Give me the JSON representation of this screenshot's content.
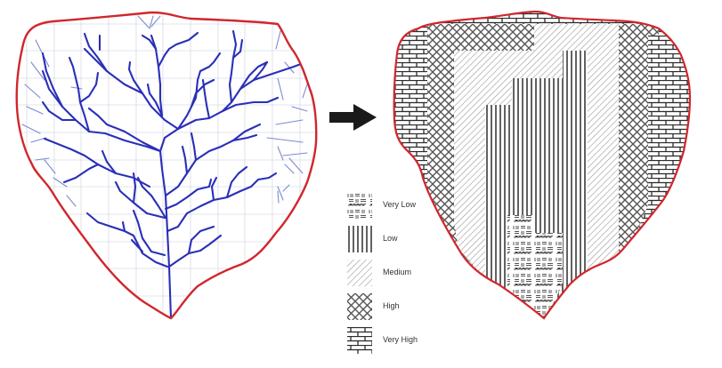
{
  "figure": {
    "description": "Drainage network of a watershed transformed into a zoned susceptibility map",
    "left_panel": {
      "name": "drainage-network-map",
      "outline_color": "#d0272d",
      "main_channel_color": "#2a2fb8",
      "minor_channel_color": "#7d8ad0",
      "grid_color": "#d8dbe6"
    },
    "arrow": {
      "color": "#1a1a1a",
      "direction": "right"
    },
    "right_panel": {
      "name": "zoned-classification-map",
      "outline_color": "#d0272d"
    },
    "legend": {
      "items": [
        {
          "label": "Very Low",
          "pattern": "dashed-blocks"
        },
        {
          "label": "Low",
          "pattern": "vertical-lines"
        },
        {
          "label": "Medium",
          "pattern": "diagonal-lines"
        },
        {
          "label": "High",
          "pattern": "crosshatch"
        },
        {
          "label": "Very High",
          "pattern": "brick"
        }
      ]
    }
  }
}
